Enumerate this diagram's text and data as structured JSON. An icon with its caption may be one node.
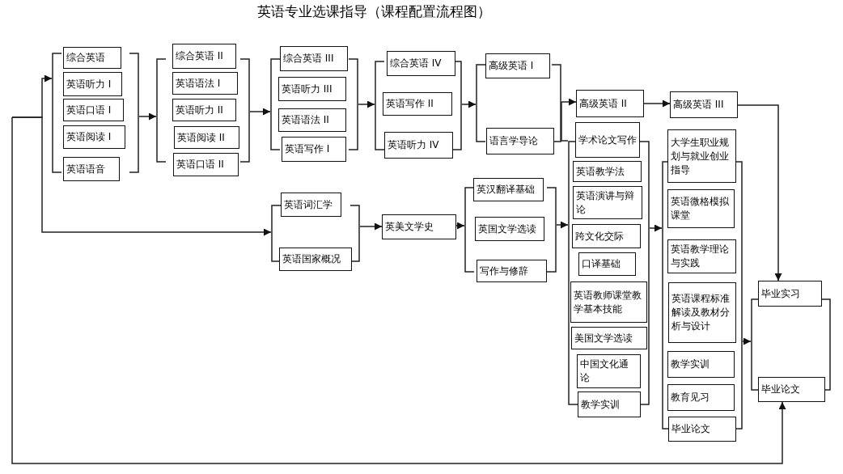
{
  "diagram": {
    "title": "英语专业选课指导（课程配置流程图）",
    "nodes": [
      {
        "text": [],
        "shape": "bracket"
      },
      {
        "text": [
          "综合英语"
        ],
        "in": 0
      },
      {
        "text": [
          "英语听力 I"
        ],
        "in": 0
      },
      {
        "text": [
          "英语口语 I"
        ],
        "in": 0
      },
      {
        "text": [
          "英语阅读 I"
        ],
        "in": 0
      },
      {
        "text": [
          "英语语音"
        ],
        "in": 0
      },
      {
        "text": [],
        "shape": "bracket"
      },
      {
        "text": [
          "综合英语 II"
        ],
        "in": 6
      },
      {
        "text": [
          "英语语法 I"
        ],
        "in": 6
      },
      {
        "text": [
          "英语听力 II"
        ],
        "in": 6
      },
      {
        "text": [
          "英语阅读 II"
        ],
        "in": 6
      },
      {
        "text": [
          "英语口语 II"
        ],
        "in": 6
      },
      {
        "text": [],
        "shape": "bracket"
      },
      {
        "text": [
          "综合英语 III"
        ],
        "in": 12
      },
      {
        "text": [
          "英语听力 III"
        ],
        "in": 12
      },
      {
        "text": [
          "英语语法 II"
        ],
        "in": 12
      },
      {
        "text": [
          "英语写作 I"
        ],
        "in": 12
      },
      {
        "text": [],
        "shape": "bracket"
      },
      {
        "text": [
          "综合英语 IV"
        ],
        "in": 17
      },
      {
        "text": [
          "英语写作 II"
        ],
        "in": 17
      },
      {
        "text": [
          "英语听力 IV"
        ],
        "in": 17
      },
      {
        "text": [],
        "shape": "bracket"
      },
      {
        "text": [
          "高级英语 I"
        ],
        "in": 21
      },
      {
        "text": [
          "语言学导论"
        ],
        "in": 21
      },
      {
        "text": [
          "高级英语 II"
        ]
      },
      {
        "text": [
          "高级英语 III"
        ]
      },
      {
        "text": [],
        "shape": "bracket"
      },
      {
        "text": [
          "英语词汇学"
        ],
        "in": 26
      },
      {
        "text": [
          "英语国家概况"
        ],
        "in": 26
      },
      {
        "text": [
          "英美文学史"
        ]
      },
      {
        "text": [],
        "shape": "bracket"
      },
      {
        "text": [
          "英汉翻译基础"
        ],
        "in": 30
      },
      {
        "text": [
          "英国文学选读"
        ],
        "in": 30
      },
      {
        "text": [
          "写作与修辞"
        ],
        "in": 30
      },
      {
        "text": [],
        "shape": "bracket"
      },
      {
        "text": [
          "学术论文写作"
        ],
        "in": 34
      },
      {
        "text": [
          "英语教学法"
        ],
        "in": 34
      },
      {
        "text": [
          "英语演讲与辩论"
        ],
        "in": 34
      },
      {
        "text": [
          "跨文化交际"
        ],
        "in": 34
      },
      {
        "text": [
          "口译基础"
        ],
        "in": 34
      },
      {
        "text": [
          "英语教师课堂教学基本技能"
        ],
        "in": 34
      },
      {
        "text": [
          "美国文学选读"
        ],
        "in": 34
      },
      {
        "text": [
          "中国文化通论"
        ],
        "in": 34
      },
      {
        "text": [
          "教学实训"
        ],
        "in": 34
      },
      {
        "text": [],
        "shape": "bracket"
      },
      {
        "text": [
          "大学生职业规划与就业创业指导"
        ],
        "in": 44
      },
      {
        "text": [
          "英语微格模拟课堂"
        ],
        "in": 44
      },
      {
        "text": [
          "英语教学理论与实践"
        ],
        "in": 44
      },
      {
        "text": [
          "英语课程标准解读及教材分析与设计"
        ],
        "in": 44
      },
      {
        "text": [
          "教学实训"
        ],
        "in": 44
      },
      {
        "text": [
          "教育见习"
        ],
        "in": 44
      },
      {
        "text": [
          "毕业论文"
        ],
        "in": 44
      },
      {
        "text": [],
        "shape": "bracket"
      },
      {
        "text": [
          "毕业实习"
        ],
        "in": 52
      },
      {
        "text": [
          "毕业论文"
        ],
        "in": 52
      }
    ],
    "edges": [
      {
        "from": null,
        "to": 0,
        "arrow": "to"
      },
      {
        "from": null,
        "to": 26,
        "arrow": "to"
      },
      {
        "from": null,
        "to": 54,
        "arrow": "to"
      },
      {
        "from": 0,
        "to": 6,
        "arrow": "to"
      },
      {
        "from": 6,
        "to": 12,
        "arrow": "to"
      },
      {
        "from": 12,
        "to": 17,
        "arrow": "to"
      },
      {
        "from": 17,
        "to": 21,
        "arrow": "to"
      },
      {
        "from": 21,
        "to": 24,
        "arrow": "to"
      },
      {
        "from": 24,
        "to": 25,
        "arrow": "to"
      },
      {
        "from": 25,
        "to": 53,
        "arrow": "to"
      },
      {
        "from": 21,
        "to": 34,
        "arrow": "none"
      },
      {
        "from": 26,
        "to": 29,
        "arrow": "to"
      },
      {
        "from": 29,
        "to": 30,
        "arrow": "to"
      },
      {
        "from": 30,
        "to": 34,
        "arrow": "to"
      },
      {
        "from": 34,
        "to": 44,
        "arrow": "to"
      },
      {
        "from": 44,
        "to": 52,
        "arrow": "to"
      }
    ]
  }
}
